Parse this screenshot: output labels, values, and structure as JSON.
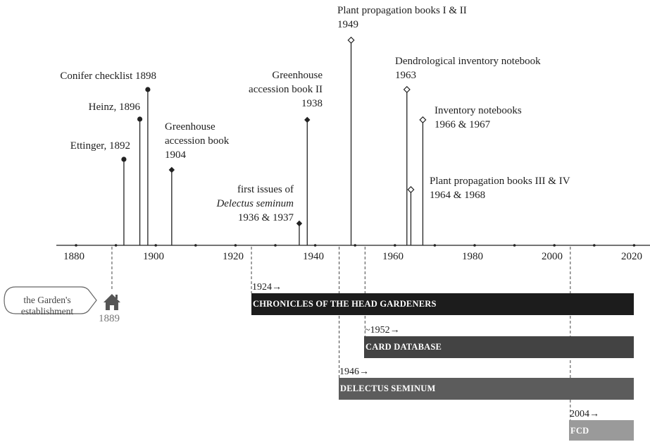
{
  "timeline": {
    "axis_years": [
      "1880",
      "1900",
      "1920",
      "1940",
      "1960",
      "1980",
      "2000",
      "2020"
    ],
    "establishment": {
      "label_line1": "the Garden's",
      "label_line2": "establishment",
      "year": "1889"
    },
    "events": [
      {
        "id": "ettinger",
        "year": 1892,
        "marker": "circle",
        "lines": [
          "Ettinger, 1892"
        ]
      },
      {
        "id": "heinz",
        "year": 1896,
        "marker": "circle",
        "lines": [
          "Heinz, 1896"
        ]
      },
      {
        "id": "conifer",
        "year": 1898,
        "marker": "circle",
        "lines": [
          "Conifer checklist 1898"
        ]
      },
      {
        "id": "greenhouse1",
        "year": 1904,
        "marker": "diamond",
        "lines": [
          "Greenhouse",
          "accession book",
          "1904"
        ]
      },
      {
        "id": "delectus-first",
        "year": 1936,
        "marker": "diamond",
        "lines": [
          "first issues of",
          "Delectus seminum",
          "1936 & 1937"
        ]
      },
      {
        "id": "greenhouse2",
        "year": 1938,
        "marker": "diamond",
        "lines": [
          "Greenhouse",
          "accession book II",
          "1938"
        ]
      },
      {
        "id": "propagation12",
        "year": 1949,
        "marker": "diamond-open",
        "lines": [
          "Plant propagation books I & II",
          "1949"
        ]
      },
      {
        "id": "dendro",
        "year": 1963,
        "marker": "diamond-open",
        "lines": [
          "Dendrological inventory notebook",
          "1963"
        ]
      },
      {
        "id": "propagation34",
        "year": 1964,
        "marker": "diamond-open",
        "lines": [
          "Plant propagation books III & IV",
          "1964 & 1968"
        ]
      },
      {
        "id": "inventory",
        "year": 1967,
        "marker": "diamond-open",
        "lines": [
          "Inventory notebooks",
          "1966 & 1967"
        ]
      }
    ],
    "periods": [
      {
        "id": "chronicles",
        "start_label": "1924→",
        "label": "CHRONICLES OF THE HEAD GARDENERS",
        "start": 1924,
        "end": 2020,
        "color": "#1c1c1c"
      },
      {
        "id": "card-db",
        "start_label": "~1952→",
        "label": "CARD DATABASE",
        "start": 1952.5,
        "end": 2020,
        "color": "#434343"
      },
      {
        "id": "delectus",
        "start_label": "1946→",
        "label": "DELECTUS SEMINUM",
        "start": 1946,
        "end": 2020,
        "color": "#5c5c5c"
      },
      {
        "id": "fcd",
        "start_label": "2004→",
        "label": "FCD",
        "start": 2004,
        "end": 2020,
        "color": "#9a9a9a"
      }
    ]
  }
}
